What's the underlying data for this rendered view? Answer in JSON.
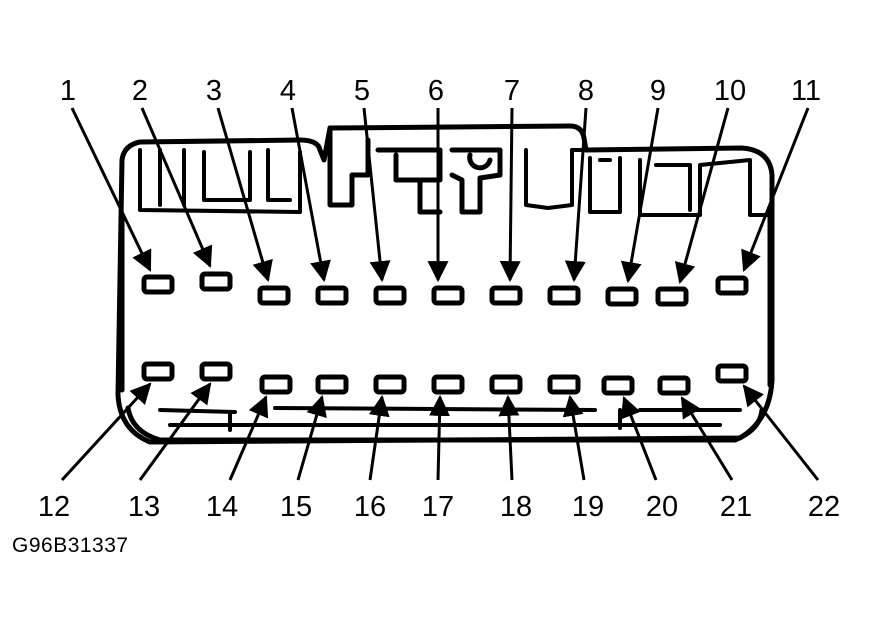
{
  "diagram": {
    "figure_id": "G96B31337",
    "top_row_pins": [
      "1",
      "2",
      "3",
      "4",
      "5",
      "6",
      "7",
      "8",
      "9",
      "10",
      "11"
    ],
    "bottom_row_pins": [
      "12",
      "13",
      "14",
      "15",
      "16",
      "17",
      "18",
      "19",
      "20",
      "21",
      "22"
    ],
    "ink_color": "#000000",
    "background_color": "#ffffff"
  }
}
